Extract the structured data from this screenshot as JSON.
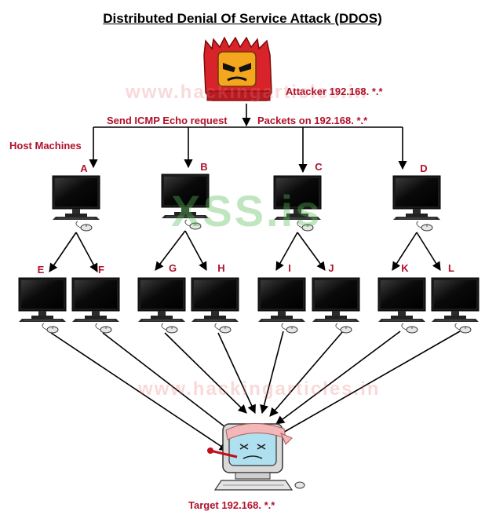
{
  "title": "Distributed Denial Of Service Attack  (DDOS)",
  "attacker_label": "Attacker  192.168. *.*",
  "send_label": "Send ICMP Echo request",
  "packets_label": "Packets on 192.168. *.*",
  "hosts_label": "Host Machines",
  "target_label": "Target  192.168. *.*",
  "watermark_1": "www.hackingarticles.in",
  "watermark_2": "www.hackingarticles.in",
  "watermark_center": "XSS.is",
  "level1": [
    "A",
    "B",
    "C",
    "D"
  ],
  "level2": [
    "E",
    "F",
    "G",
    "H",
    "I",
    "J",
    "K",
    "L"
  ],
  "colors": {
    "label_red": "#b0112b",
    "attacker_red": "#d8232a",
    "screen": "#0d0d0d"
  }
}
